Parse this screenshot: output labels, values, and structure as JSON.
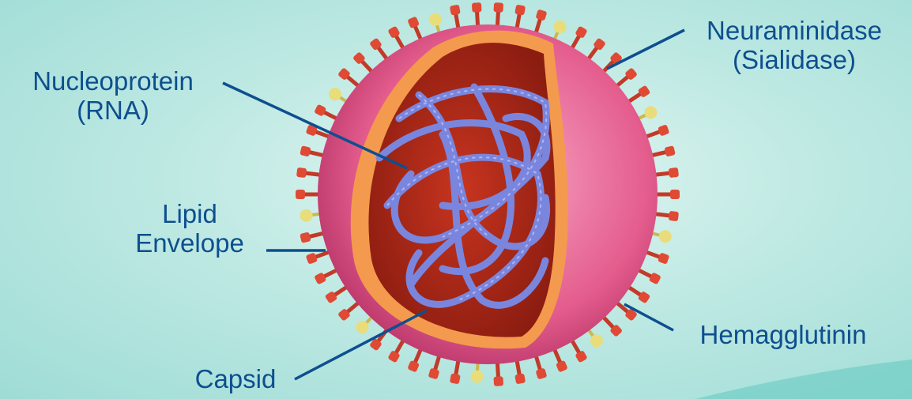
{
  "labels": {
    "nucleoprotein": {
      "line1": "Nucleoprotein",
      "line2": "(RNA)"
    },
    "lipid_envelope": {
      "line1": "Lipid",
      "line2": "Envelope"
    },
    "capsid": {
      "line1": "Capsid"
    },
    "neuraminidase": {
      "line1": "Neuraminidase",
      "line2": "(Sialidase)"
    },
    "hemagglutinin": {
      "line1": "Hemagglutinin"
    }
  },
  "colors": {
    "label_text": "#0d4f8f",
    "leader_line": "#0d4f8f",
    "envelope": "#e45d8d",
    "capsid_rim": "#f39a4e",
    "interior": "#b82a1a",
    "rna": "#7a86dd",
    "hemagglutinin_spike": "#e04a35",
    "neuraminidase_spike": "#e8dd7a"
  }
}
